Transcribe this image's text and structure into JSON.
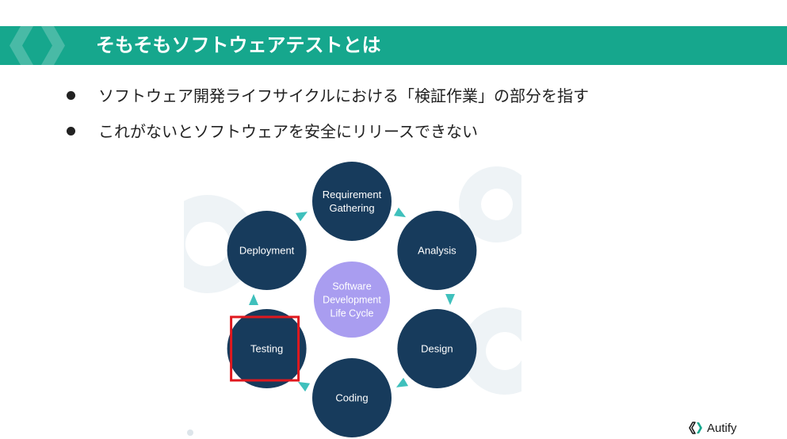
{
  "slide": {
    "title": "そもそもソフトウェアテストとは",
    "bullets": [
      "ソフトウェア開発ライフサイクルにおける「検証作業」の部分を指す",
      "これがないとソフトウェアを安全にリリースできない"
    ]
  },
  "diagram": {
    "center": [
      "Software",
      "Development",
      "Life Cycle"
    ],
    "stages": [
      {
        "lines": [
          "Requirement",
          "Gathering"
        ]
      },
      {
        "lines": [
          "Analysis"
        ]
      },
      {
        "lines": [
          "Design"
        ]
      },
      {
        "lines": [
          "Coding"
        ]
      },
      {
        "lines": [
          "Testing"
        ],
        "highlighted": true
      },
      {
        "lines": [
          "Deployment"
        ]
      }
    ]
  },
  "brand": {
    "name": "Autify"
  },
  "colors": {
    "header": "#16a78d",
    "node": "#173b5c",
    "center": "#a99df0",
    "arrow": "#3fc0bc",
    "highlight": "#e0181e"
  }
}
